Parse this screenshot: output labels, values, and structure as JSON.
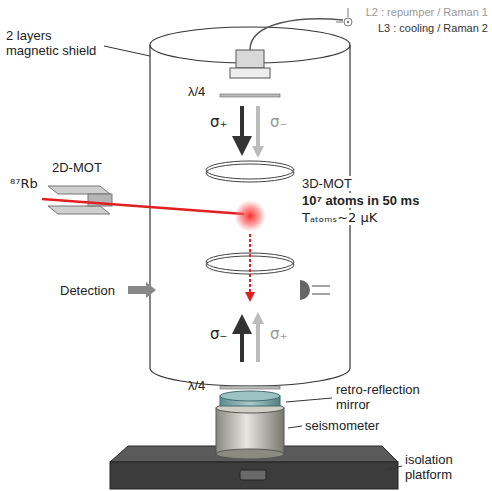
{
  "diagram": {
    "labels": [
      "2 layers magnetic shield",
      "L2 : repumper / Raman 1",
      "L3 : cooling / Raman 2",
      "λ/4",
      "σ₊",
      "σ₋",
      "2D-MOT",
      "⁸⁷Rb",
      "3D-MOT",
      "10⁷ atoms in 50 ms",
      "Tₐₜₒₘₛ~2 µK",
      "Detection",
      "σ₋",
      "σ₊",
      "λ/4",
      "retro-reflection mirror",
      "seismometer",
      "isolation platform"
    ]
  }
}
